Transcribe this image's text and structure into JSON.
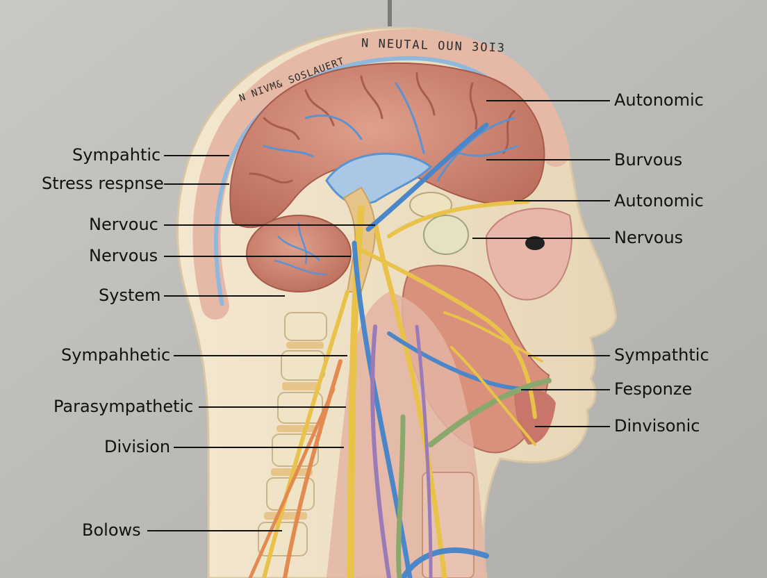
{
  "model_headline": "N NEUTAL OUN 3OI3",
  "model_subtext": "N NIVM& SOSLAUERT",
  "labels_left": [
    "Sympahtic",
    "Stress respnse",
    "Nervouc",
    "Nervous",
    "System",
    "Sympahhetic",
    "Parasympathetic",
    "Division",
    "Bolows"
  ],
  "labels_right": [
    "Autonomic",
    "Burvous",
    "Autonomic",
    "Nervous",
    "Sympathtic",
    "Fesponze",
    "Dinvisonic"
  ],
  "colors": {
    "background": "#bdbcb8",
    "shell": "#efe3c9",
    "brain": "#cf8672",
    "nerve_yellow": "#e9c24a",
    "nerve_blue": "#4b87c8",
    "nerve_orange": "#e38a50",
    "nerve_purple": "#9a7bb8",
    "nerve_green": "#8aa86b",
    "leader_line": "#111111"
  }
}
